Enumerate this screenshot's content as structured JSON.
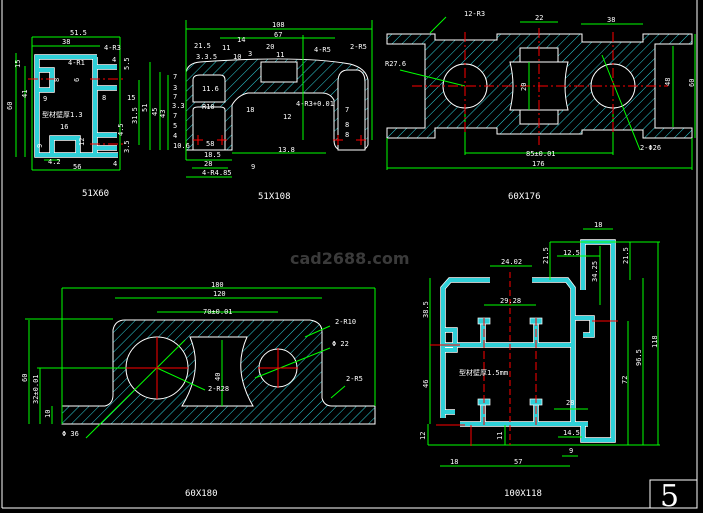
{
  "watermark": "cad2688.com",
  "sheet_number": "5",
  "colors": {
    "background": "#000000",
    "dimension": "#00ff00",
    "centerline": "#ff0000",
    "hatch": "#2fd0d8",
    "outline": "#ffffff"
  },
  "profiles": [
    {
      "title": "51X60",
      "note": "型材壁厚1.3",
      "labels": [
        "51.5",
        "38",
        "4-R3",
        "4-R1",
        "4",
        "5.5",
        "15",
        "8",
        "6",
        "60",
        "41",
        "9",
        "8",
        "15",
        "31.5",
        "16",
        "9",
        "12",
        "4.5",
        "3.5",
        "4.2",
        "56",
        "4"
      ]
    },
    {
      "title": "51X108",
      "labels": [
        "108",
        "67",
        "21.5",
        "14",
        "11",
        "20",
        "4-R5",
        "2-R5",
        "3.3.5",
        "10",
        "3",
        "11",
        "51",
        "45",
        "43",
        "7",
        "3",
        "7",
        "3.3",
        "7",
        "5",
        "4",
        "10.6",
        "11.6",
        "R10",
        "18",
        "4-R3+0.01",
        "12",
        "58",
        "13.8",
        "18.5",
        "28",
        "4-R4.85",
        "9",
        "7",
        "8",
        "8"
      ]
    },
    {
      "title": "60X176",
      "labels": [
        "12-R3",
        "22",
        "38",
        "R27.6",
        "20",
        "48",
        "60",
        "85±0.01",
        "2-Φ26",
        "176"
      ]
    },
    {
      "title": "60X180",
      "labels": [
        "180",
        "120",
        "70±0.01",
        "2-R10",
        "Φ 22",
        "40",
        "2-R28",
        "2-R5",
        "60",
        "32±0.01",
        "10",
        "Φ 36"
      ]
    },
    {
      "title": "100X118",
      "note": "型材壁厚1.5mm",
      "labels": [
        "18",
        "12.5",
        "21.5",
        "34.25",
        "21.5",
        "24.02",
        "29.28",
        "38.5",
        "118",
        "96.5",
        "72",
        "46",
        "28",
        "14.5",
        "12",
        "11",
        "9",
        "18",
        "57"
      ]
    }
  ]
}
